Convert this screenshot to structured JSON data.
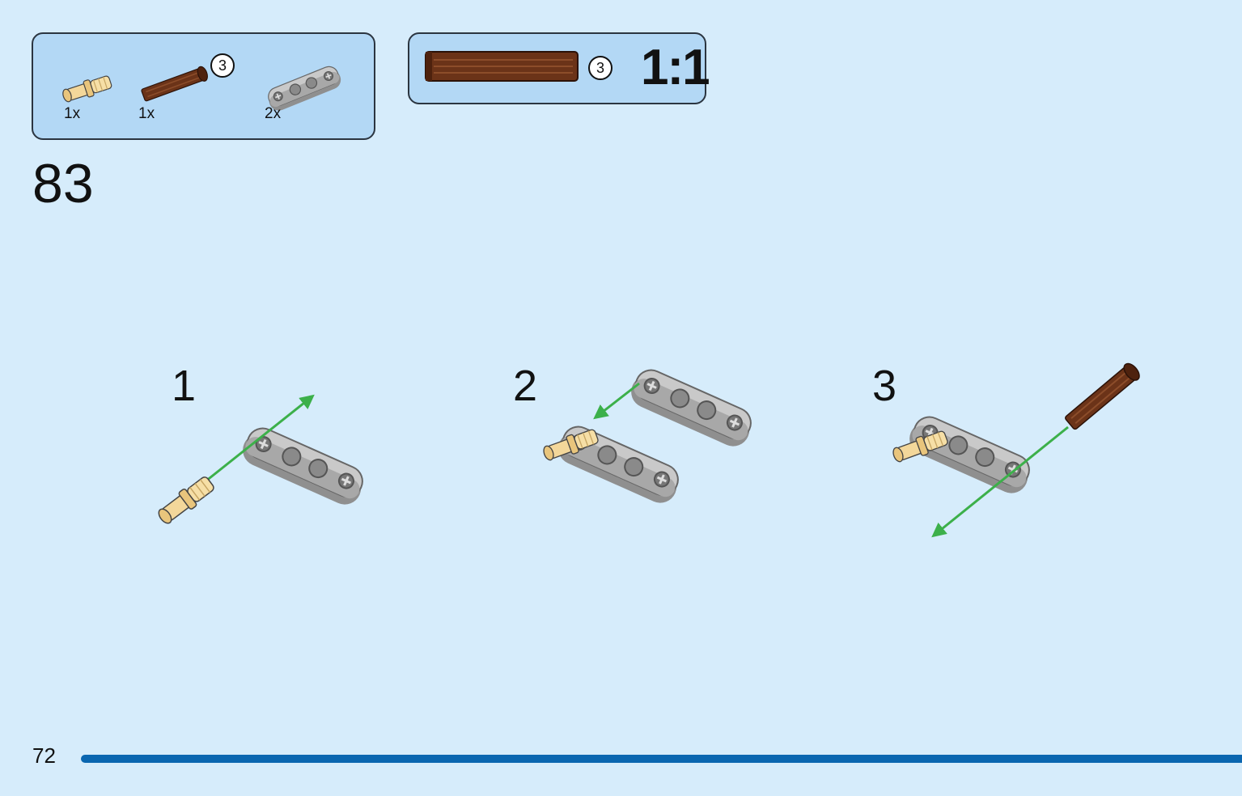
{
  "parts_list": {
    "items": [
      {
        "part": "tan-connector-pin",
        "quantity": "1x"
      },
      {
        "part": "brown-axle",
        "quantity": "1x",
        "callout": "3"
      },
      {
        "part": "gray-beam",
        "quantity": "2x"
      }
    ]
  },
  "scale_box": {
    "part": "brown-axle",
    "callout": "3",
    "scale": "1:1"
  },
  "step": {
    "number": "83",
    "sub_steps": [
      "1",
      "2",
      "3"
    ]
  },
  "page": {
    "number": "72"
  },
  "colors": {
    "background": "#d6ecfb",
    "box_fill": "#b3d8f5",
    "arrow": "#3cb04a",
    "axle": "#6b3318",
    "pin": "#f3d79a",
    "beam": "#a9a9a9",
    "page_bar": "#0a66b0"
  }
}
